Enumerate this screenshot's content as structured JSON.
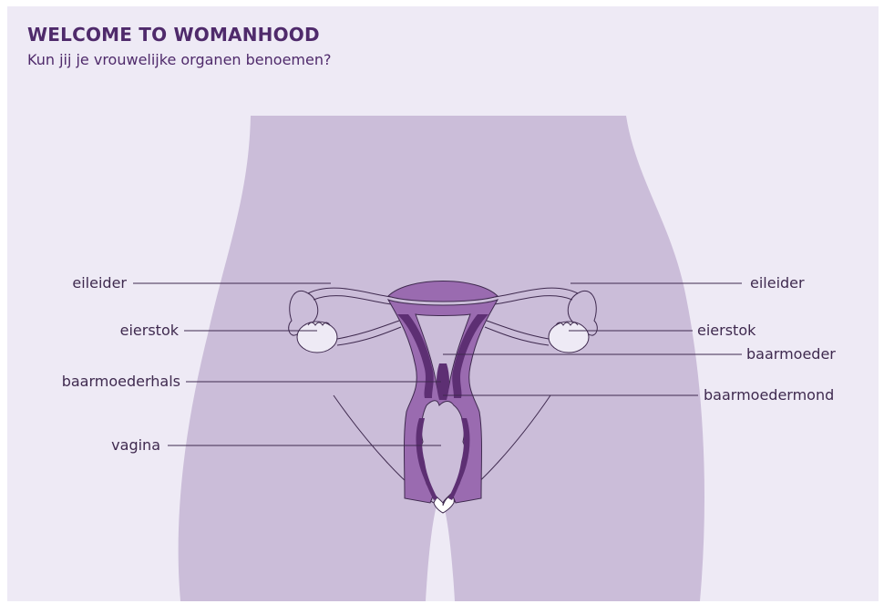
{
  "header": {
    "title": "WELCOME TO WOMANHOOD",
    "subtitle": "Kun jij je vrouwelijke organen benoemen?"
  },
  "labels": {
    "fallopian_left": "eileider",
    "fallopian_right": "eileider",
    "ovary_left": "eierstok",
    "ovary_right": "eierstok",
    "uterus": "baarmoeder",
    "cervix": "baarmoederhals",
    "cervical_os": "baarmoedermond",
    "vagina": "vagina"
  },
  "colors": {
    "background": "#eeeaf5",
    "body": "#cbbdd9",
    "uterus_wall": "#9a6bb0",
    "uterus_dark": "#5d2f73",
    "title": "#4f2a6b",
    "lines": "#3f2a4f"
  }
}
